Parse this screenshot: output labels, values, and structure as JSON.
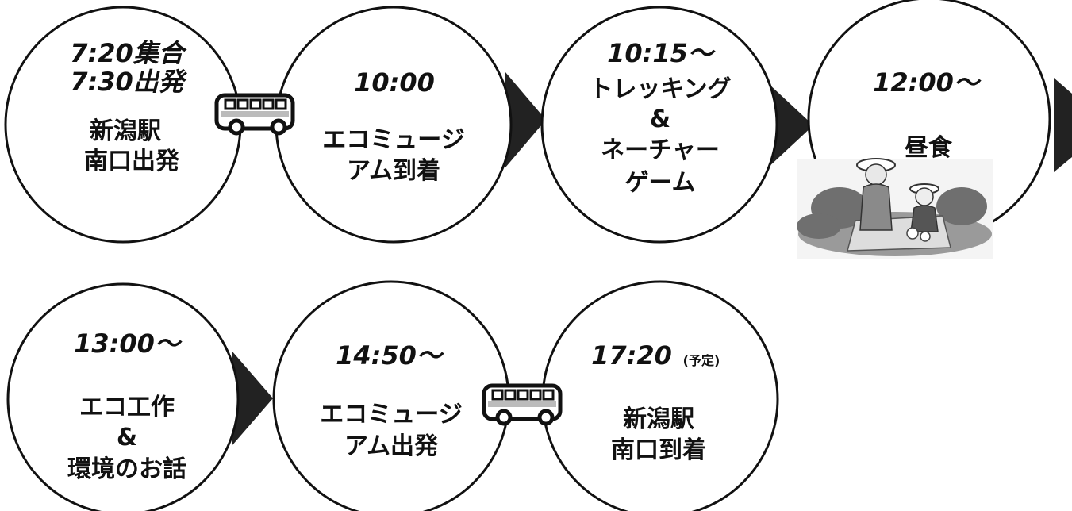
{
  "colors": {
    "outline": "#111111",
    "fill": "#ffffff",
    "arrow": "#222222",
    "bus_body": "#ffffff",
    "bus_stripe": "#bbbbbb",
    "picnic_ground": "#9a9a9a",
    "picnic_bush": "#6f6f6f"
  },
  "steps": [
    {
      "time": [
        "7:20集合",
        "7:30出発"
      ],
      "label": [
        "新潟駅",
        "南口出発"
      ]
    },
    {
      "time": [
        "10:00"
      ],
      "label": [
        "エコミュージ",
        "アム到着"
      ]
    },
    {
      "time": [
        "10:15〜"
      ],
      "label": [
        "トレッキング",
        "&",
        "ネーチャー",
        "ゲーム"
      ]
    },
    {
      "time": [
        "12:00〜"
      ],
      "label": [
        "昼食"
      ]
    },
    {
      "time": [
        "13:00〜"
      ],
      "label": [
        "エコ工作",
        "&",
        "環境のお話"
      ]
    },
    {
      "time": [
        "14:50〜"
      ],
      "label": [
        "エコミュージ",
        "アム出発"
      ]
    },
    {
      "time": [
        "17:20"
      ],
      "time_note": "(予定)",
      "label": [
        "新潟駅",
        "南口到着"
      ]
    }
  ],
  "icons": [
    "bus-icon",
    "bus-icon",
    "picnic-illustration"
  ]
}
